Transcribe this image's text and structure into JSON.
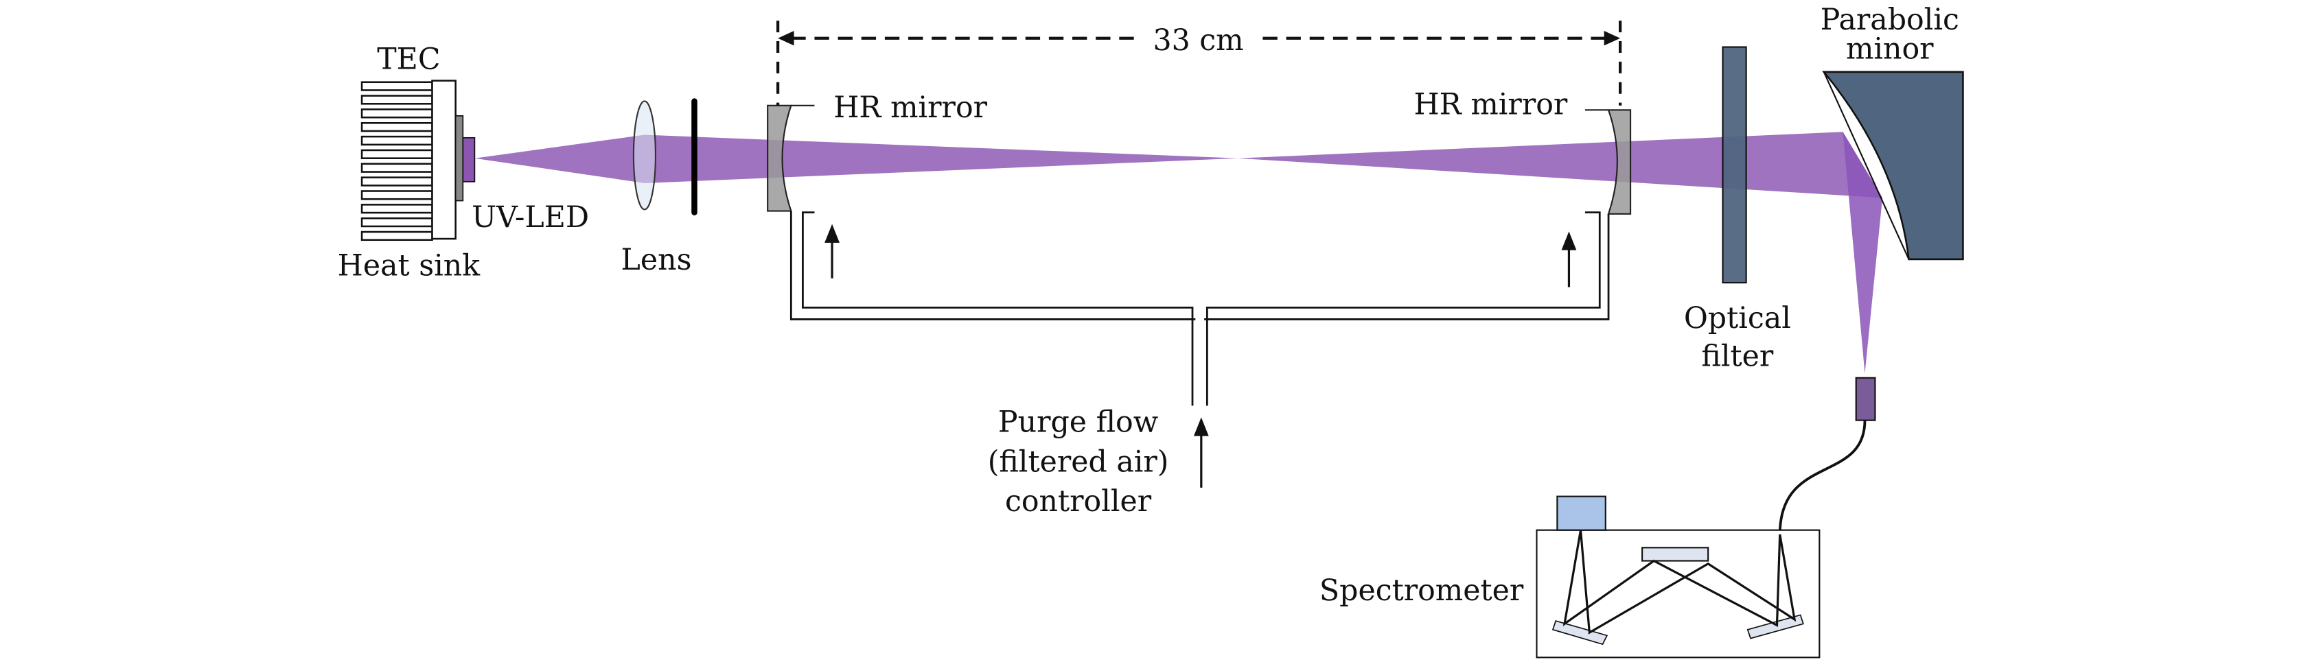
{
  "labels": {
    "tec": "TEC",
    "heat_sink": "Heat sink",
    "uv_led": "UV-LED",
    "lens": "Lens",
    "hr_mirror_left": "HR mirror",
    "hr_mirror_right": "HR mirror",
    "distance": "33 cm",
    "purge_line1": "Purge flow",
    "purge_line2": "(filtered air)",
    "purge_line3": "controller",
    "optical_filter_line1": "Optical",
    "optical_filter_line2": "filter",
    "parabolic_line1": "Parabolic",
    "parabolic_line2": "minor",
    "spectrometer": "Spectrometer"
  },
  "colors": {
    "beam": "#9a6cbd",
    "led": "#8c55b0",
    "filter": "#50657f",
    "mirror_gray": "#9a9a9a",
    "detector": "#7a5c9a",
    "camera": "#a9c4e8",
    "grating": "#dfe5f0"
  }
}
